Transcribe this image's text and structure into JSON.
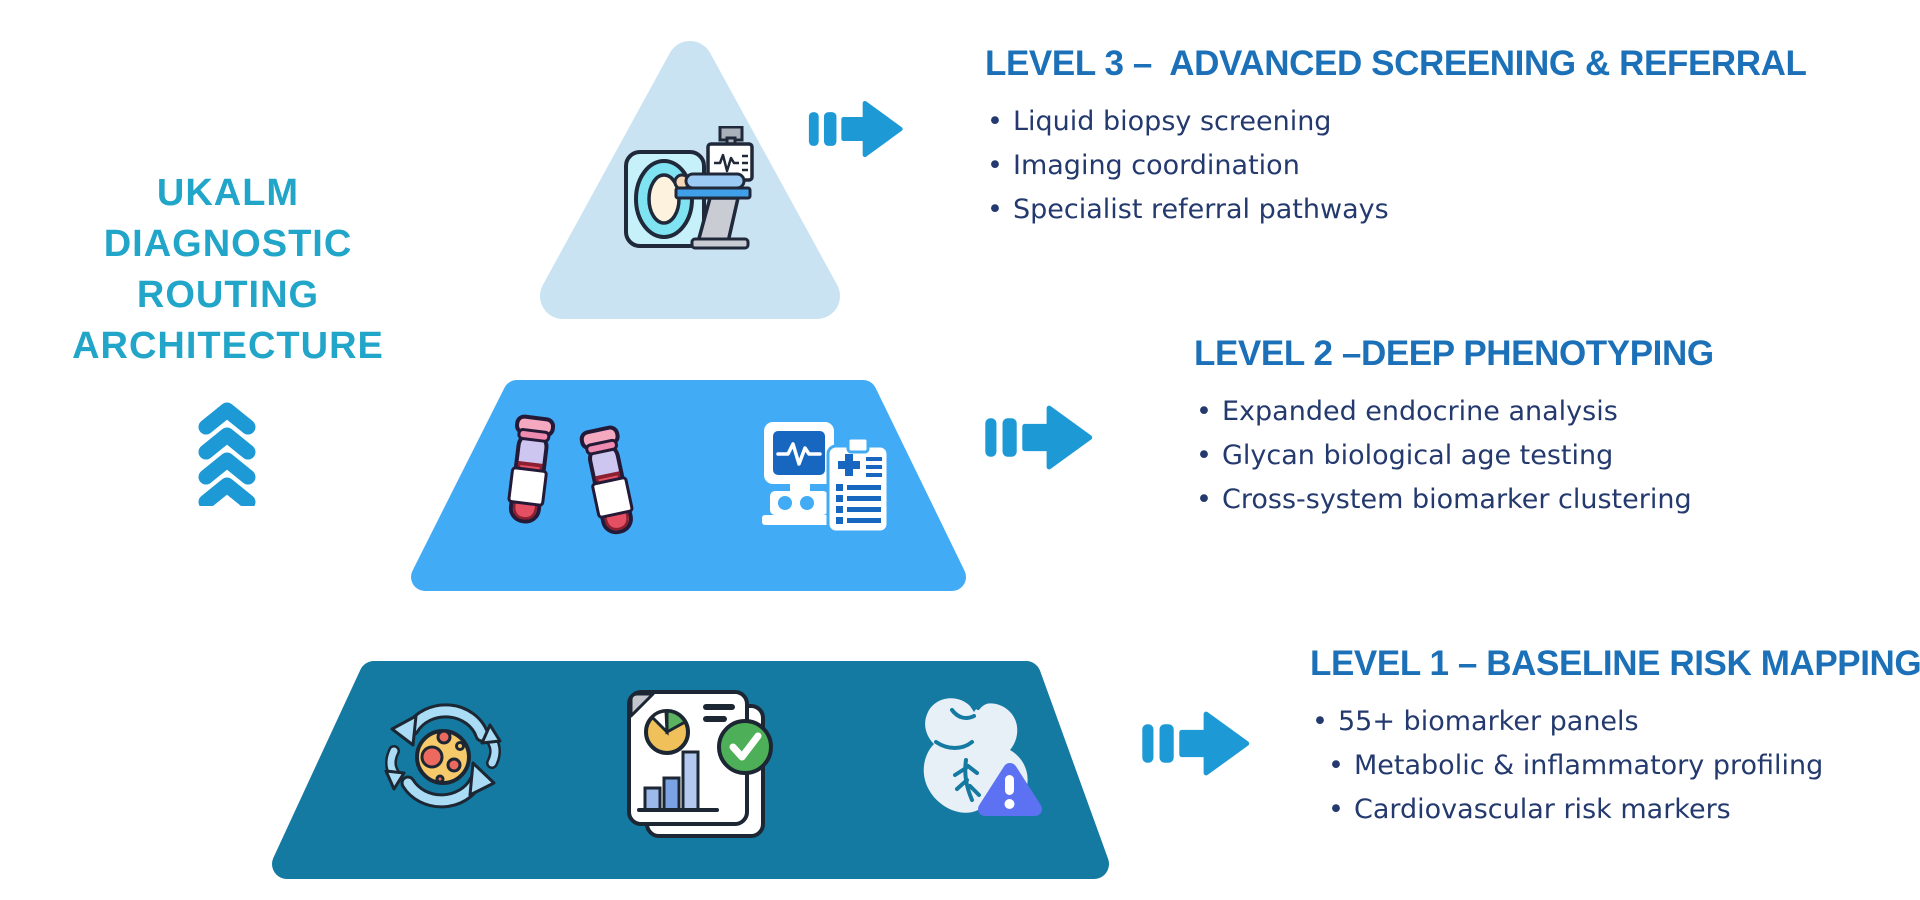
{
  "title": {
    "lines": [
      "UKALM DIAGNOSTIC",
      "ROUTING",
      "ARCHITECTURE"
    ]
  },
  "levels": [
    {
      "name": "level-3",
      "heading": "LEVEL 3 –  ADVANCED SCREENING & REFERRAL",
      "bullets": [
        "Liquid biopsy screening",
        "Imaging coordination",
        "Specialist referral pathways"
      ],
      "icons": [
        "mri-scanner"
      ]
    },
    {
      "name": "level-2",
      "heading": "LEVEL 2 –DEEP PHENOTYPING",
      "bullets": [
        "Expanded endocrine analysis",
        "Glycan biological age testing",
        "Cross-system biomarker clustering"
      ],
      "icons": [
        "blood-sample-tubes",
        "vitals-monitor-clipboard"
      ]
    },
    {
      "name": "level-1",
      "heading": "LEVEL 1 – BASELINE RISK MAPPING",
      "bullets": [
        "55+ biomarker panels",
        "Metabolic & inflammatory profiling",
        "Cardiovascular risk markers"
      ],
      "icons": [
        "metabolic-cycle",
        "risk-report-checklist",
        "heart-risk-alert"
      ]
    }
  ],
  "colors": {
    "background": "#ffffff",
    "title_text": "#21a5c8",
    "heading_text": "#1b70b7",
    "bullet_text": "#243a6e",
    "arrow_blue": "#1d9ad6",
    "level3_fill": "#c9e3f3",
    "level2_fill": "#42abf5",
    "level1_fill": "#147aa2"
  }
}
